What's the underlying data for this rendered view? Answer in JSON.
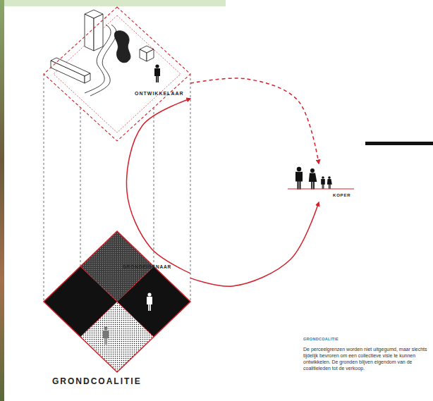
{
  "diagram": {
    "nodes": [
      {
        "text": [
          "ONTWIKKELAAR"
        ]
      },
      {
        "text": [
          "GRONDEIGENAAR",
          "GRONDCOALITIE"
        ]
      },
      {
        "text": [
          "KOPER"
        ]
      }
    ],
    "edges": [
      {
        "from": 1,
        "to": 0,
        "arrow": "to"
      },
      {
        "from": 0,
        "to": 2,
        "arrow": "to"
      },
      {
        "from": 1,
        "to": 2,
        "arrow": "to"
      }
    ],
    "labels": [
      "GRONDCOALITIE",
      "De perceelgrenzen worden niet uitgegumd, maar slechts tijdelijk bevroren om een collectieve visie te kunnen ontwikkelen. De gronden blijven eigendom van de coalitieleden tot de verkoop."
    ]
  }
}
